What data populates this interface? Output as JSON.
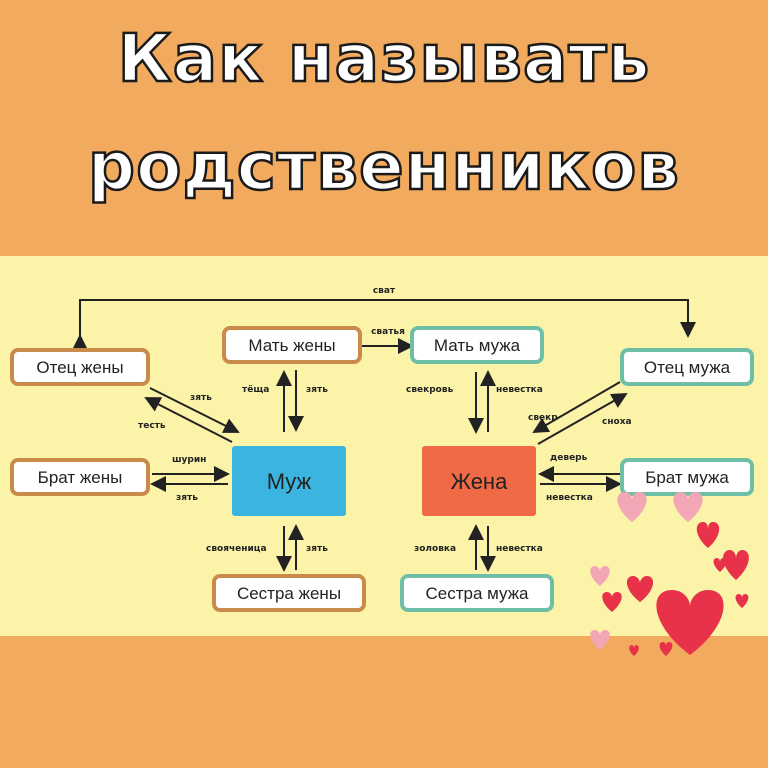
{
  "title": {
    "line1": "Как называть",
    "line2": "родственников"
  },
  "nodes": {
    "wife_father": "Отец жены",
    "wife_mother": "Мать жены",
    "wife_brother": "Брат жены",
    "wife_sister": "Сестра жены",
    "husband": "Муж",
    "wife": "Жена",
    "husband_mother": "Мать мужа",
    "husband_father": "Отец мужа",
    "husband_brother": "Брат мужа",
    "husband_sister": "Сестра мужа"
  },
  "edges": {
    "svat": "сват",
    "svatya": "сватья",
    "zyat_father": "зять",
    "test": "тесть",
    "tescha": "тёща",
    "zyat_mother": "зять",
    "shurin": "шурин",
    "zyat_brother": "зять",
    "svoyachenitsa": "свояченица",
    "zyat_sister": "зять",
    "svekrov": "свекровь",
    "nevestka_mother": "невестка",
    "svekr": "свекр",
    "snokha": "сноха",
    "dever": "деверь",
    "nevestka_brother": "невестка",
    "zolovka": "золовка",
    "nevestka_sister": "невестка"
  },
  "colors": {
    "background": "#f2ab5e",
    "panel": "#fbf4a8",
    "wife_side_border": "#c98a4a",
    "husband_side_border": "#6fbfa8",
    "husband_fill": "#3bb5e0",
    "wife_fill": "#f06a45",
    "heart": "#e8324a"
  }
}
